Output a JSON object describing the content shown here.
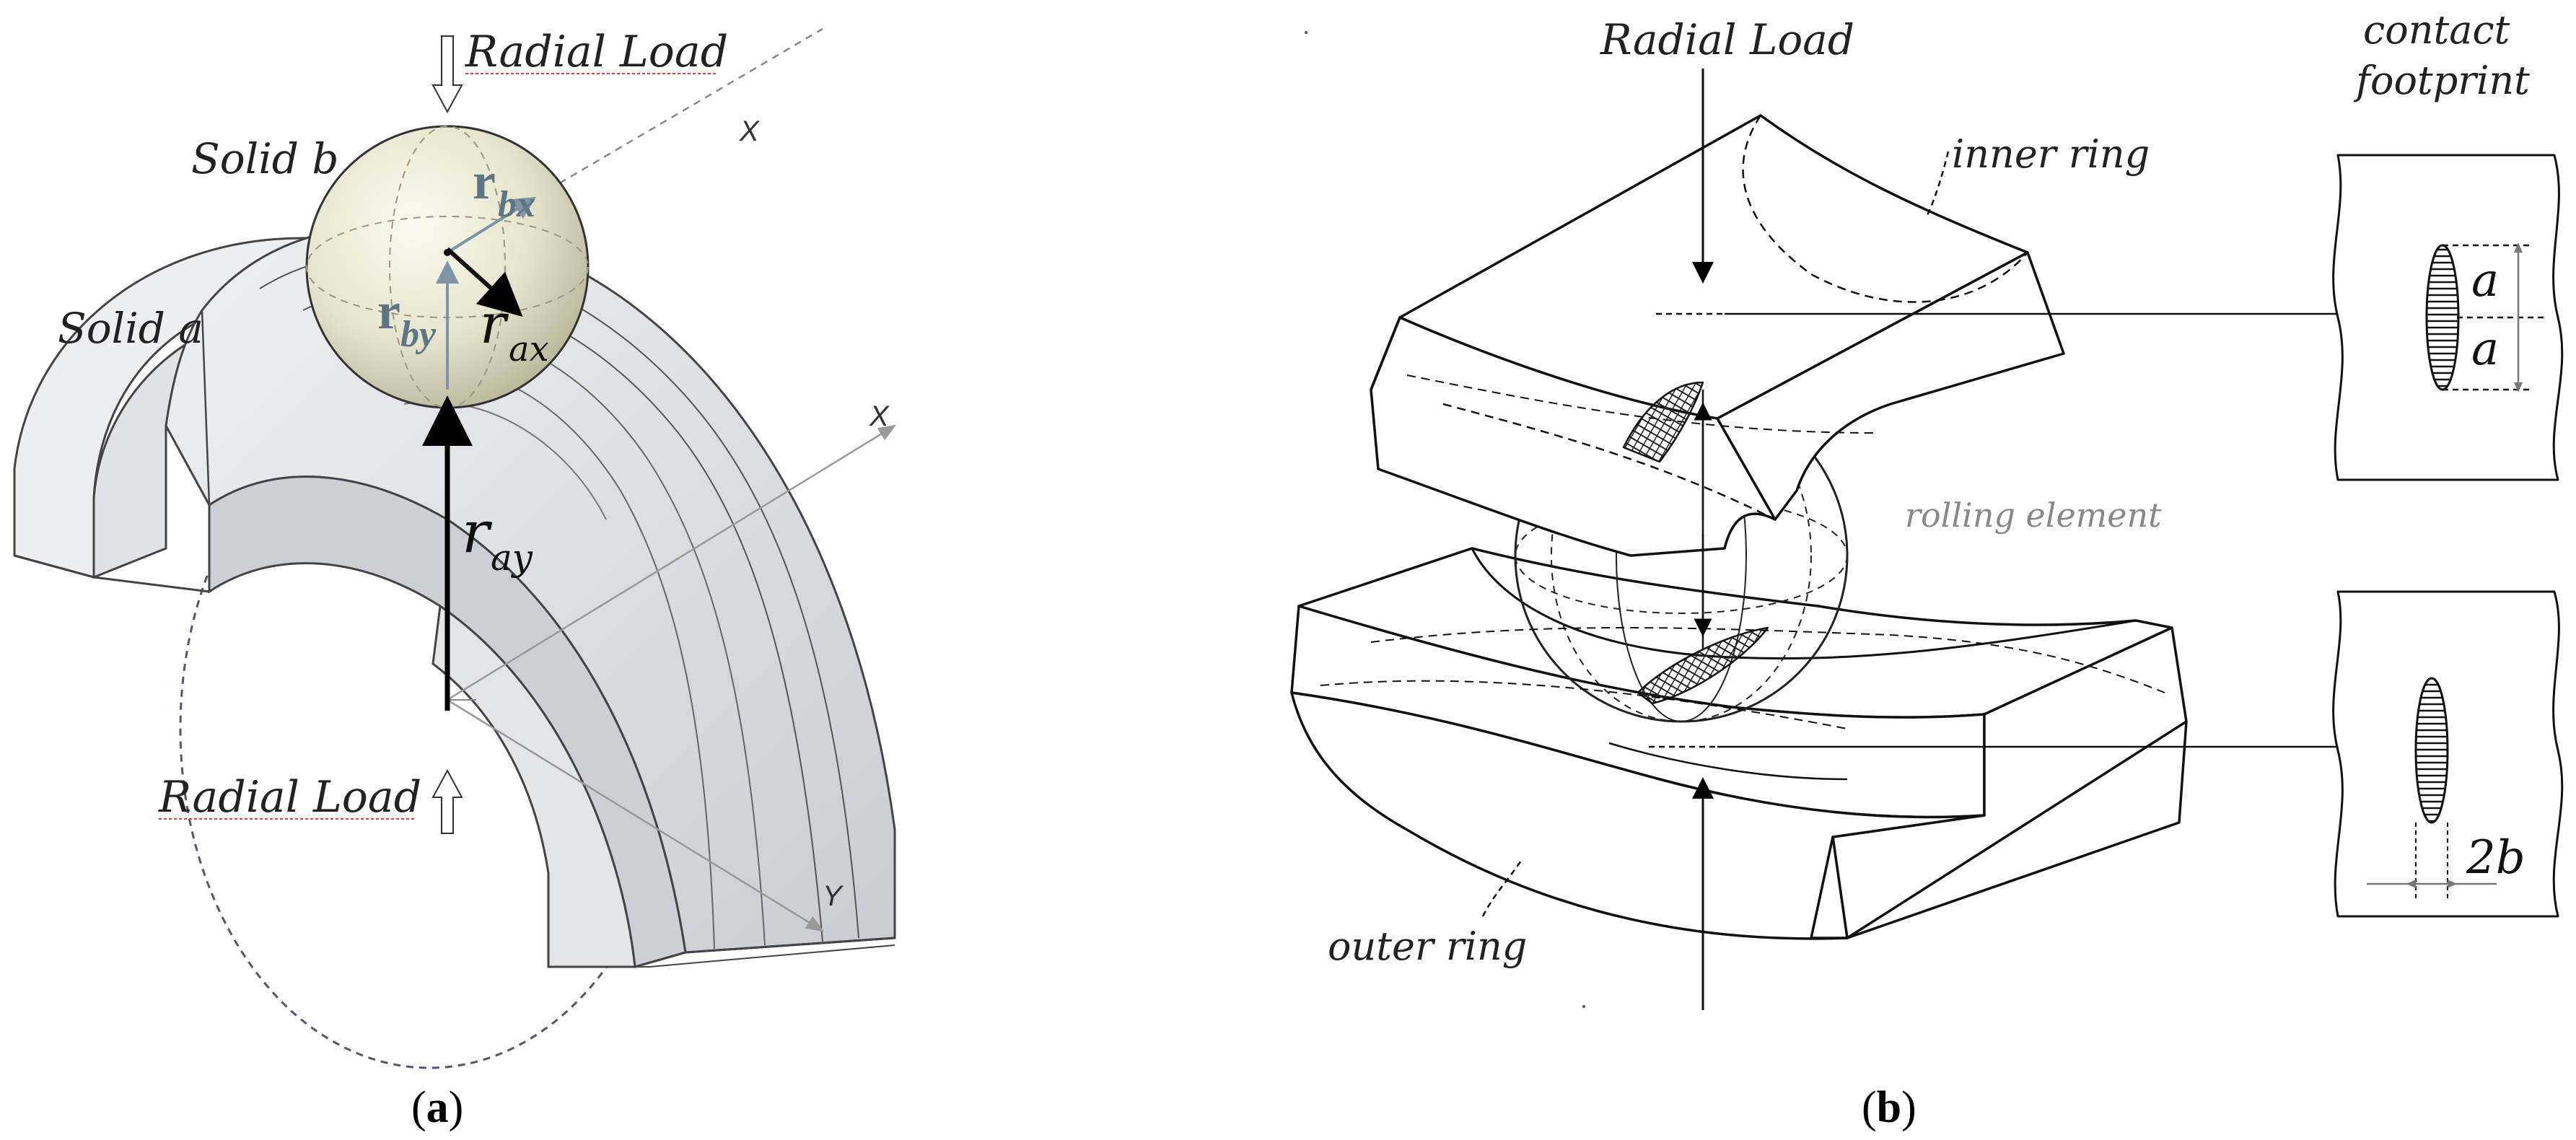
{
  "panel_a": {
    "caption_open": "(",
    "caption_letter": "a",
    "caption_close": ")",
    "radial_load_top": "Radial Load",
    "radial_load_bottom": "Radial Load",
    "solid_b": "Solid b",
    "solid_a": "Solid a",
    "x_upper": "X",
    "x_lower": "X",
    "y_axis": "Y",
    "r_bx": "r",
    "r_bx_sub": "bx",
    "r_by": "r",
    "r_by_sub": "by",
    "r_ax": "r",
    "r_ax_sub": "ax",
    "r_ay": "r",
    "r_ay_sub": "ay"
  },
  "panel_b": {
    "caption_open": "(",
    "caption_letter": "b",
    "caption_close": ")",
    "radial_load": "Radial Load",
    "inner_ring": "inner ring",
    "outer_ring": "outer ring",
    "rolling_element": "rolling element",
    "contact_footprint_line1": "contact",
    "contact_footprint_line2": "footprint",
    "a_top": "a",
    "a_bottom": "a",
    "two_b": "2b"
  },
  "colors": {
    "sphere_fill": "#e6e3cc",
    "ring_fill": "#e4e6ea",
    "ring_stroke": "#4a4a4a",
    "arrow_blue": "#7d95a6",
    "label_blue": "#5e7585"
  }
}
